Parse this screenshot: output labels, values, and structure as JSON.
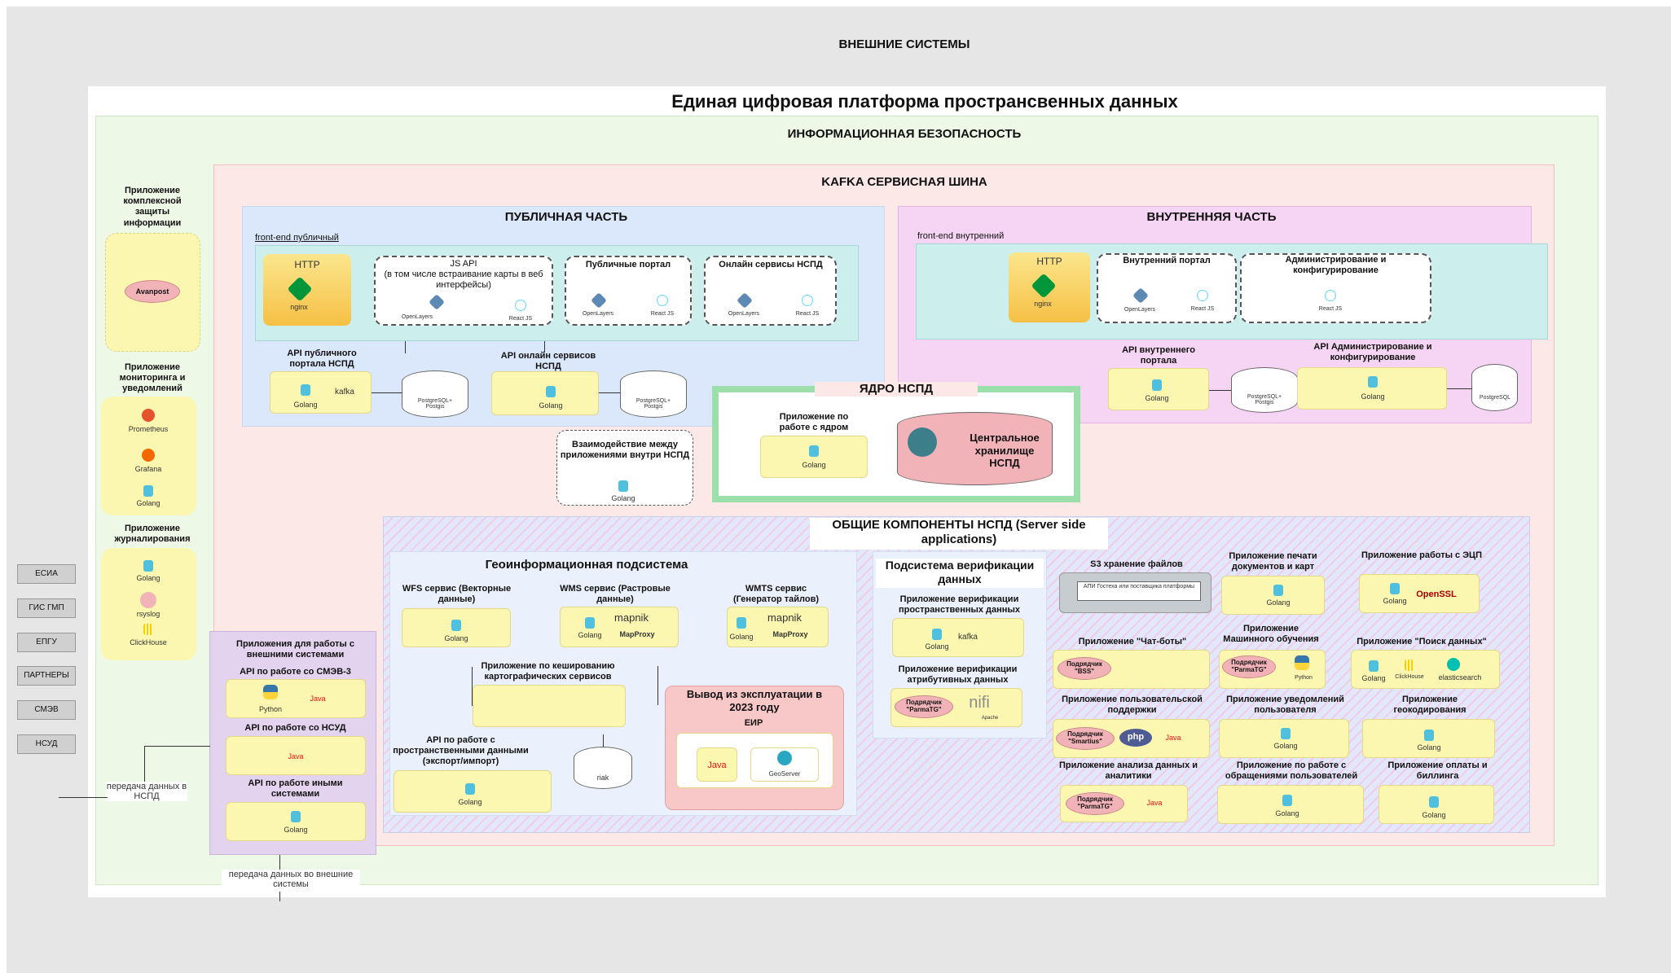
{
  "ext_systems_title": "ВНЕШНИЕ СИСТЕМЫ",
  "platform_title": "Единая цифровая платформа пространсвенных данных",
  "infosec_title": "ИНФОРМАЦИОННАЯ БЕЗОПАСНОСТЬ",
  "kafka_title": "KAFKA СЕРВИСНАЯ ШИНА",
  "public": {
    "title": "ПУБЛИЧНАЯ ЧАСТЬ",
    "fe": "front-end публичный",
    "http": "HTTP",
    "nginx": "nginx",
    "jsapi": "JS API\n(в том числе встраивание карты в веб интерфейсы)",
    "pubportal": "Публичные портал",
    "online": "Онлайн сервисы НСПД",
    "openlayers": "OpenLayers",
    "react": "React JS",
    "api_public": "API публичного портала НСПД",
    "api_online": "API онлайн сервисов НСПД",
    "golang": "Golang",
    "kafka": "kafka",
    "pg": "PostgreSQL+ Postgis",
    "interact": "Взаимодействие между приложениями внутри НСПД"
  },
  "internal": {
    "title": "ВНУТРЕННЯЯ ЧАСТЬ",
    "fe": "front-end внутренний",
    "portal": "Внутренний портал",
    "admin": "Администрирование и конфигурирование",
    "api_int": "API внутреннего портала",
    "api_admin": "API Администрирование и конфигурирование",
    "pgsql": "PostgreSQL"
  },
  "core": {
    "title": "ЯДРО НСПД",
    "app": "Приложение по работе с ядром",
    "storage": "Центральное хранилище НСПД"
  },
  "left": {
    "protect": "Приложение комплексной защиты информации",
    "avanpost": "Avanpost",
    "monitor": "Приложение мониторинга и уведомлений",
    "prometheus": "Prometheus",
    "grafana": "Grafana",
    "journal": "Приложение журналирования",
    "rsyslog": "rsyslog",
    "clickhouse": "ClickHouse"
  },
  "ext": {
    "title": "Приложения для работы с внешними системами",
    "smev": "API по работе со СМЭВ-3",
    "nsud": "API по работе со НСУД",
    "other": "API по работе иными системами",
    "python": "Python",
    "java": "Java",
    "to_nspd": "передача данных в НСПД",
    "to_ext": "передача данных во внешние системы"
  },
  "systems": [
    "ЕСИА",
    "ГИС ГМП",
    "ЕПГУ",
    "ПАРТНЕРЫ",
    "СМЭВ",
    "НСУД"
  ],
  "common": {
    "title": "ОБЩИЕ КОМПОНЕНТЫ НСПД (Server side applications)",
    "geo": "Геоинформационная подсистема",
    "wfs": "WFS сервис (Векторные данные)",
    "wms": "WMS сервис (Растровые данные)",
    "wmts": "WMTS сервис (Генератор тайлов)",
    "mapnik": "mapnik",
    "mapproxy": "MapProxy",
    "cache": "Приложение по кешированию картографических сервисов",
    "export": "API по работе с пространственными данными (экспорт/импорт)",
    "riak": "riak",
    "decom": "Вывод из эксплуатации в 2023 году",
    "eir": "ЕИР",
    "geoserver": "GeoServer",
    "verif": "Подсистема верификации данных",
    "verif_sp": "Приложение верификации пространственных данных",
    "verif_attr": "Приложение верификации атрибутивных данных",
    "parma": "Подрядчик \"ParmaTG\"",
    "nifi": "nifi",
    "apache": "Apache",
    "s3": "S3 хранение файлов",
    "s3api": "АПИ Гостеха или поставщика платформы",
    "print": "Приложение печати документов и карт",
    "ecp": "Приложение работы с ЭЦП",
    "openssl": "OpenSSL",
    "chatbots": "Приложение \"Чат-боты\"",
    "bss": "Подрядчик \"BSS\"",
    "ml": "Приложение Машинного обучения",
    "search": "Приложение \"Поиск данных\"",
    "elastic": "elasticsearch",
    "support": "Приложение пользовательской поддержки",
    "smartius": "Подрядчик \"Smartius\"",
    "php": "php",
    "notify": "Приложение уведомлений пользователя",
    "geocode": "Приложение геокодирования",
    "analytics": "Приложение анализа данных и аналитики",
    "appeals": "Приложение по работе с обращениями пользователей",
    "billing": "Приложение оплаты и биллинга"
  }
}
